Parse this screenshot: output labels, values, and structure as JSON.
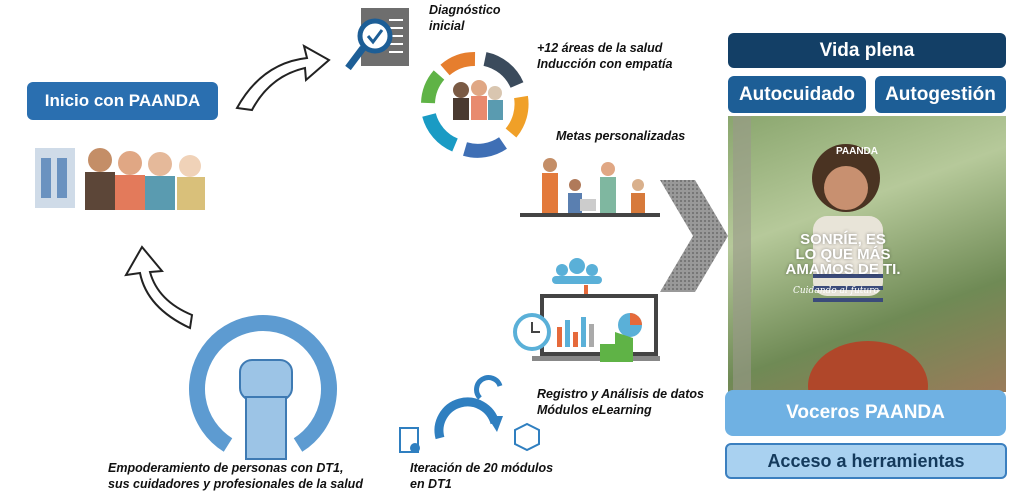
{
  "start": {
    "label": "Inicio con PAANDA"
  },
  "steps": {
    "diagnostic": "Diagnóstico\ninicial",
    "areas_line1": "+12 áreas de la salud",
    "areas_line2": "Inducción con empatía",
    "goals": "Metas personalizadas",
    "data_line1": "Registro y Análisis de datos",
    "data_line2": "Módulos eLearning",
    "iteration_line1": "Iteración de 20 módulos",
    "iteration_line2": "en DT1",
    "empower_line1": "Empoderamiento de personas con DT1,",
    "empower_line2": "sus cuidadores y profesionales de la salud"
  },
  "outcome": {
    "top": "Vida plena",
    "left": "Autocuidado",
    "right": "Autogestión",
    "photo_brand": "PAANDA",
    "photo_slogan_1": "SONRÍE, ES",
    "photo_slogan_2": "LO QUE MÁS",
    "photo_slogan_3": "AMAMOS DE TI.",
    "photo_signature": "Cuidando al futuro",
    "voceros": "Voceros PAANDA",
    "acceso": "Acceso a herramientas"
  },
  "colors": {
    "dark": "#133f66",
    "mid": "#1d5e96",
    "light": "#6fb1e3",
    "pale": "#a9d1f0"
  }
}
